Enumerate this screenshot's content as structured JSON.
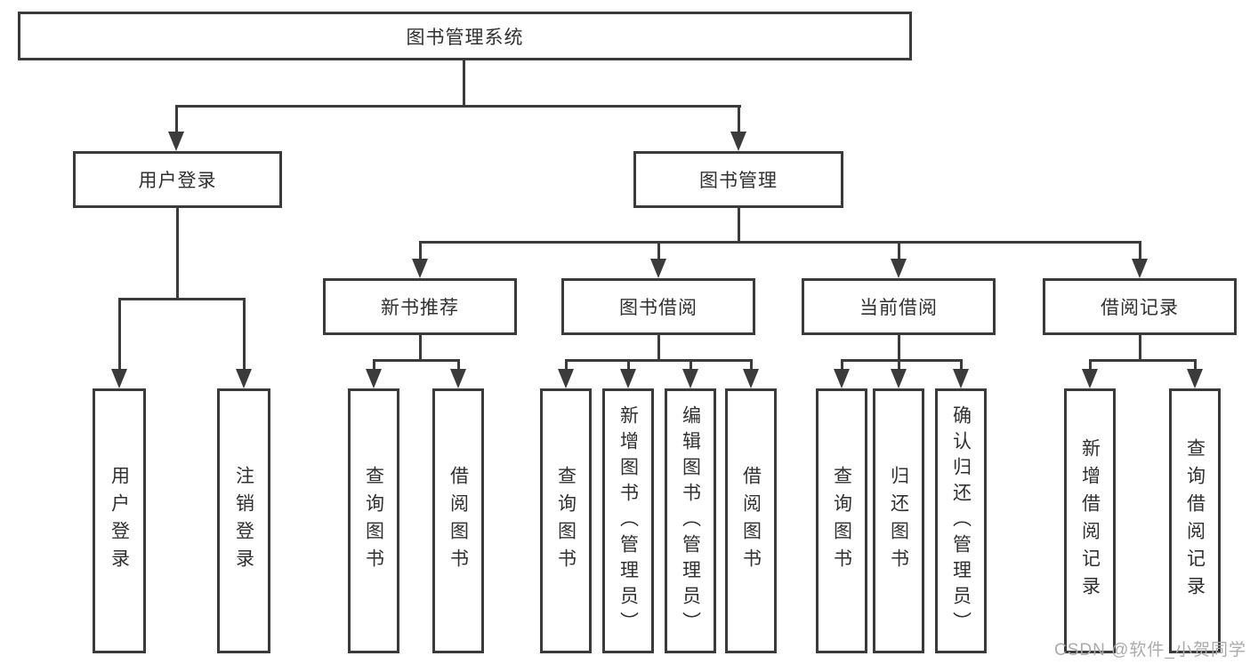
{
  "diagram": {
    "root": {
      "label": "图书管理系统"
    },
    "level2": {
      "user_login_group": {
        "label": "用户登录"
      },
      "book_management": {
        "label": "图书管理"
      }
    },
    "level3": {
      "new_book_recommend": {
        "label": "新书推荐"
      },
      "book_borrowing": {
        "label": "图书借阅"
      },
      "current_borrowing": {
        "label": "当前借阅"
      },
      "borrowing_records": {
        "label": "借阅记录"
      }
    },
    "leaves": {
      "user_login": {
        "label": "用户登录"
      },
      "logout": {
        "label": "注销登录"
      },
      "nbr_query_books": {
        "label": "查询图书"
      },
      "nbr_borrow_books": {
        "label": "借阅图书"
      },
      "bb_query_books": {
        "label": "查询图书"
      },
      "bb_add_books": {
        "label": "新增图书（管理员）"
      },
      "bb_edit_books": {
        "label": "编辑图书（管理员）"
      },
      "bb_borrow_books": {
        "label": "借阅图书"
      },
      "cb_query_books": {
        "label": "查询图书"
      },
      "cb_return_books": {
        "label": "归还图书"
      },
      "cb_confirm_return": {
        "label": "确认归还（管理员）"
      },
      "br_add_record": {
        "label": "新增借阅记录"
      },
      "br_query_record": {
        "label": "查询借阅记录"
      }
    },
    "watermark": "CSDN @软件_小贺同学",
    "colors": {
      "line": "#3b3b3b",
      "text": "#303030",
      "background": "#ffffff",
      "watermark": "#ababab"
    }
  }
}
